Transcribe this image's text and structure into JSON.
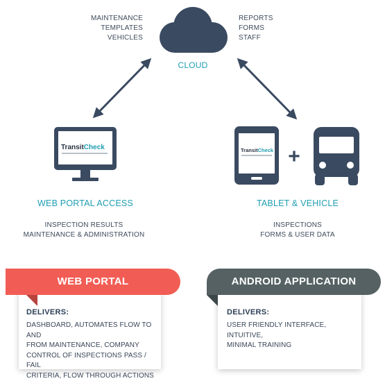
{
  "cloud": {
    "label": "CLOUD",
    "left_items": [
      "MAINTENANCE",
      "TEMPLATES",
      "VEHICLES"
    ],
    "right_items": [
      "REPORTS",
      "FORMS",
      "STAFF"
    ]
  },
  "logo": {
    "part1": "Transit",
    "part2": "Check"
  },
  "web_access": {
    "title": "WEB PORTAL ACCESS",
    "items": [
      "INSPECTION RESULTS",
      "MAINTENANCE & ADMINISTRATION"
    ]
  },
  "plus": "+",
  "tablet_vehicle": {
    "title": "TABLET  & VEHICLE",
    "items": [
      "INSPECTIONS",
      "FORMS & USER DATA"
    ]
  },
  "web_portal": {
    "ribbon": "WEB PORTAL",
    "color": "#f15d55",
    "fold_color": "#b8433d",
    "delivers_label": "DELIVERS:",
    "body": [
      "DASHBOARD, AUTOMATES FLOW TO AND",
      "FROM MAINTENANCE, COMPANY",
      "CONTROL OF INSPECTIONS PASS / FAIL",
      "CRITERIA, FLOW THROUGH ACTIONS"
    ]
  },
  "android_app": {
    "ribbon": "ANDROID APPLICATION",
    "color": "#556163",
    "fold_color": "#3d4749",
    "delivers_label": "DELIVERS:",
    "body": [
      "USER FRIENDLY INTERFACE, INTUITIVE,",
      "MINIMAL TRAINING"
    ]
  },
  "colors": {
    "icon": "#3a4a60",
    "accent": "#1f9db2"
  }
}
